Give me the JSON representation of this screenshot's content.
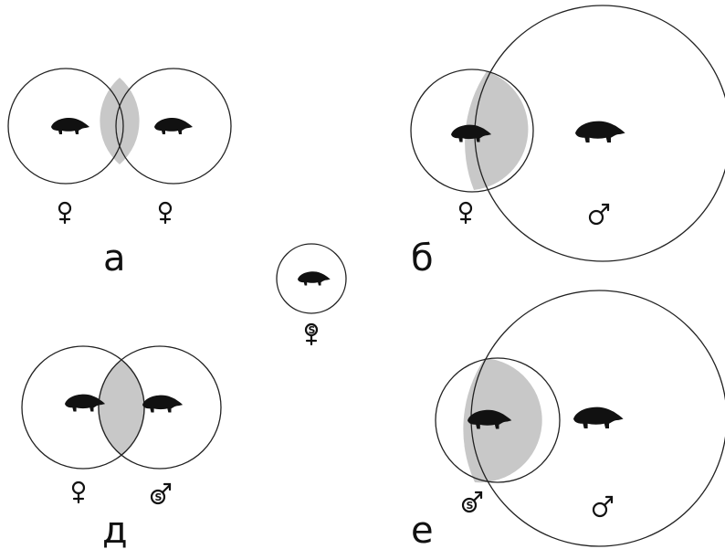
{
  "panels": {
    "a": {
      "letter": "а"
    },
    "b": {
      "letter": "б"
    },
    "d": {
      "letter": "д"
    },
    "e": {
      "letter": "е"
    }
  },
  "symbols": {
    "female": "female-symbol",
    "male": "male-symbol",
    "subadult_marker": "S"
  },
  "colors": {
    "overlap_fill": "#c8c8c8",
    "outline": "#222222",
    "animal": "#111111"
  }
}
